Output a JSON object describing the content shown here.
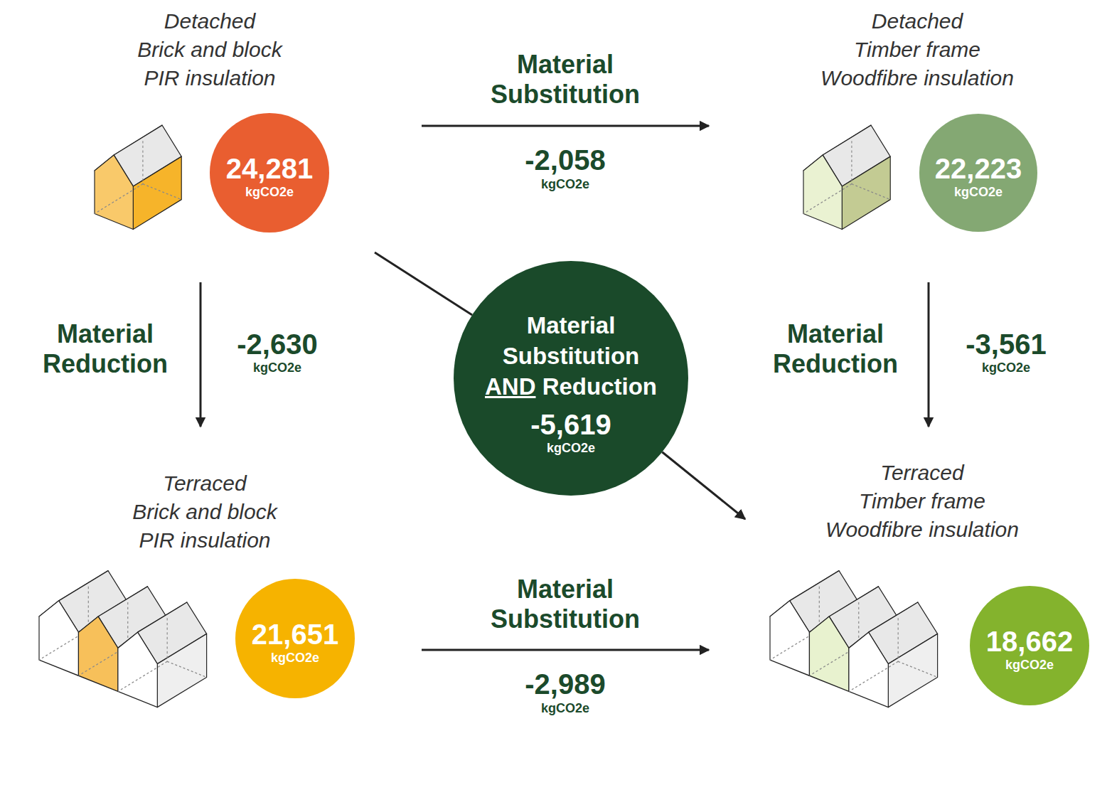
{
  "diagram": {
    "nodes": [
      {
        "text": [
          "Detached Brick and block PIR insulation",
          "24,281",
          "kgCO2e"
        ]
      },
      {
        "text": [
          "Detached Timber frame Woodfibre insulation",
          "22,223",
          "kgCO2e"
        ]
      },
      {
        "text": [
          "Material Substitution AND Reduction",
          "-5,619",
          "kgCO2e"
        ]
      },
      {
        "text": [
          "Terraced Brick and block PIR insulation",
          "21,651",
          "kgCO2e"
        ]
      },
      {
        "text": [
          "Terraced Timber frame Woodfibre insulation",
          "18,662",
          "kgCO2e"
        ]
      }
    ],
    "edges": [
      {
        "from": 0,
        "to": 1,
        "label": "Material Substitution",
        "arrow": "to"
      },
      {
        "from": 0,
        "to": 3,
        "label": "Material Reduction",
        "arrow": "to"
      },
      {
        "from": 1,
        "to": 4,
        "label": "Material Reduction",
        "arrow": "to"
      },
      {
        "from": 0,
        "to": 2,
        "arrow": "none"
      },
      {
        "from": 2,
        "to": 4,
        "arrow": "to"
      },
      {
        "from": 3,
        "to": 4,
        "label": "Material Substitution",
        "arrow": "to"
      }
    ],
    "labels": [
      "-2,058",
      "kgCO2e",
      "-2,630",
      "kgCO2e",
      "-3,561",
      "kgCO2e",
      "-2,989",
      "kgCO2e"
    ]
  }
}
